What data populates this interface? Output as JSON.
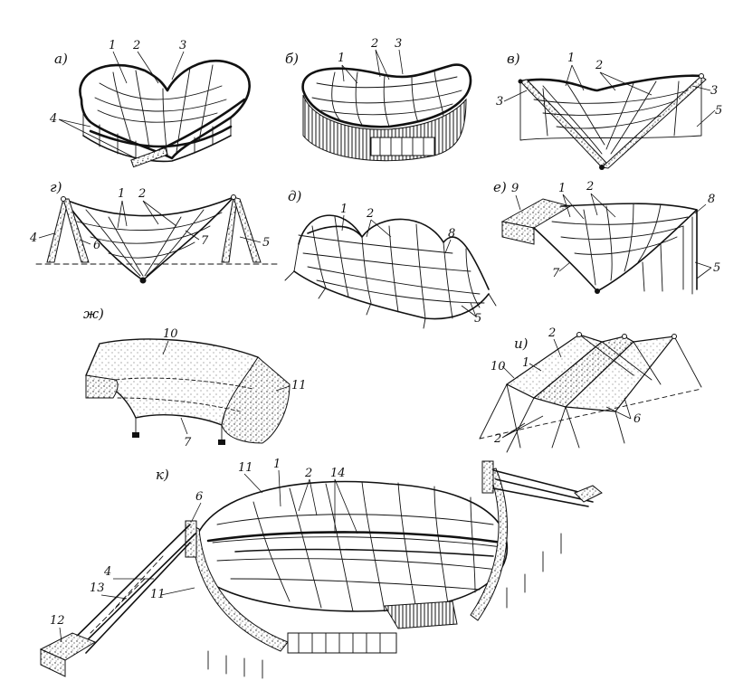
{
  "panels": [
    {
      "id": "a",
      "letter": "а)",
      "numbers": [
        "1",
        "2",
        "3",
        "4"
      ]
    },
    {
      "id": "b",
      "letter": "б)",
      "numbers": [
        "1",
        "2",
        "3"
      ]
    },
    {
      "id": "v",
      "letter": "в)",
      "numbers": [
        "1",
        "2",
        "3",
        "3",
        "5"
      ]
    },
    {
      "id": "g",
      "letter": "г)",
      "numbers": [
        "1",
        "2",
        "4",
        "6",
        "7",
        "5"
      ]
    },
    {
      "id": "d",
      "letter": "д)",
      "numbers": [
        "1",
        "2",
        "8",
        "5"
      ]
    },
    {
      "id": "e",
      "letter": "е)",
      "numbers": [
        "9",
        "1",
        "2",
        "8",
        "7",
        "5"
      ]
    },
    {
      "id": "zh",
      "letter": "ж)",
      "numbers": [
        "10",
        "11",
        "7"
      ]
    },
    {
      "id": "i",
      "letter": "и)",
      "numbers": [
        "2",
        "1",
        "10",
        "2",
        "6"
      ]
    },
    {
      "id": "k",
      "letter": "к)",
      "numbers": [
        "6",
        "11",
        "1",
        "2",
        "14",
        "4",
        "13",
        "11",
        "12"
      ]
    }
  ]
}
